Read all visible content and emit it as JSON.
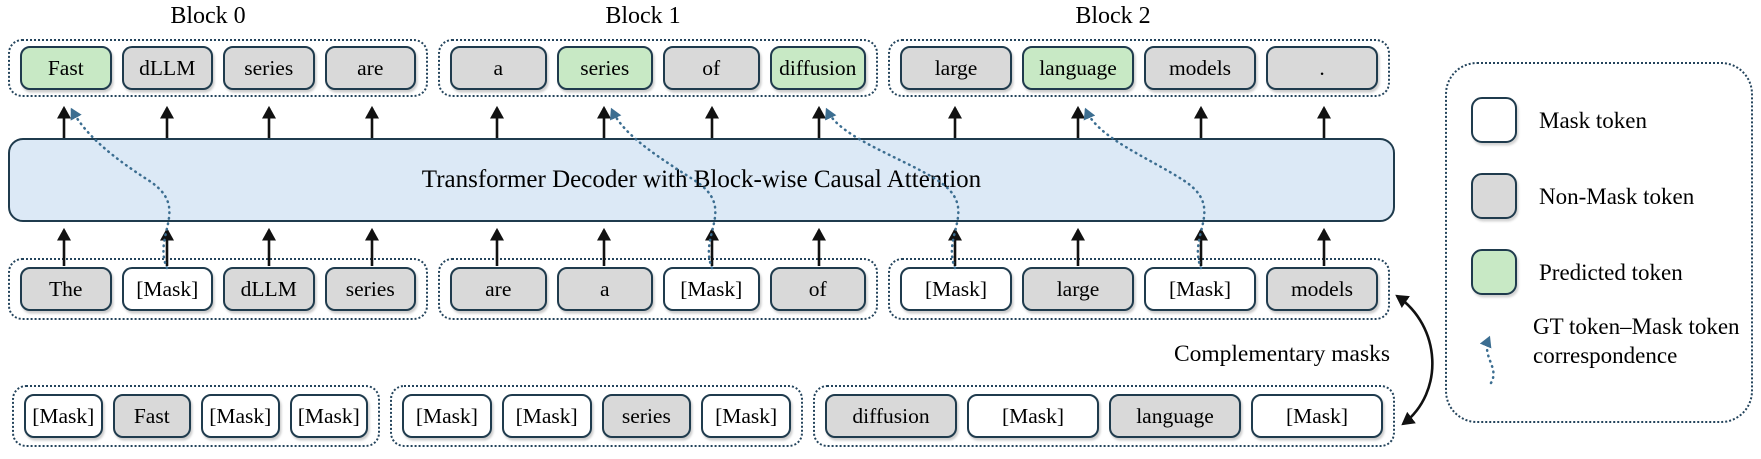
{
  "figure": {
    "block_labels": [
      "Block 0",
      "Block 1",
      "Block 2"
    ],
    "transformer_label": "Transformer Decoder with Block-wise Causal Attention",
    "complementary_masks_label": "Complementary masks",
    "output_row": [
      {
        "block": "Block 0",
        "tokens": [
          {
            "text": "Fast",
            "type": "predicted"
          },
          {
            "text": "dLLM",
            "type": "non-mask"
          },
          {
            "text": "series",
            "type": "non-mask"
          },
          {
            "text": "are",
            "type": "non-mask"
          }
        ]
      },
      {
        "block": "Block 1",
        "tokens": [
          {
            "text": "a",
            "type": "non-mask"
          },
          {
            "text": "series",
            "type": "predicted"
          },
          {
            "text": "of",
            "type": "non-mask"
          },
          {
            "text": "diffusion",
            "type": "predicted"
          }
        ]
      },
      {
        "block": "Block 2",
        "tokens": [
          {
            "text": "large",
            "type": "non-mask"
          },
          {
            "text": "language",
            "type": "predicted"
          },
          {
            "text": "models",
            "type": "non-mask"
          },
          {
            "text": ".",
            "type": "non-mask"
          }
        ]
      }
    ],
    "input_row": [
      {
        "block": "Block 0",
        "tokens": [
          {
            "text": "The",
            "type": "non-mask"
          },
          {
            "text": "[Mask]",
            "type": "mask"
          },
          {
            "text": "dLLM",
            "type": "non-mask"
          },
          {
            "text": "series",
            "type": "non-mask"
          }
        ]
      },
      {
        "block": "Block 1",
        "tokens": [
          {
            "text": "are",
            "type": "non-mask"
          },
          {
            "text": "a",
            "type": "non-mask"
          },
          {
            "text": "[Mask]",
            "type": "mask"
          },
          {
            "text": "of",
            "type": "non-mask"
          }
        ]
      },
      {
        "block": "Block 2",
        "tokens": [
          {
            "text": "[Mask]",
            "type": "mask"
          },
          {
            "text": "large",
            "type": "non-mask"
          },
          {
            "text": "[Mask]",
            "type": "mask"
          },
          {
            "text": "models",
            "type": "non-mask"
          }
        ]
      }
    ],
    "complementary_row": [
      {
        "block": "Block 0",
        "tokens": [
          {
            "text": "[Mask]",
            "type": "mask"
          },
          {
            "text": "Fast",
            "type": "non-mask"
          },
          {
            "text": "[Mask]",
            "type": "mask"
          },
          {
            "text": "[Mask]",
            "type": "mask"
          }
        ]
      },
      {
        "block": "Block 1",
        "tokens": [
          {
            "text": "[Mask]",
            "type": "mask"
          },
          {
            "text": "[Mask]",
            "type": "mask"
          },
          {
            "text": "series",
            "type": "non-mask"
          },
          {
            "text": "[Mask]",
            "type": "mask"
          }
        ]
      },
      {
        "block": "Block 2",
        "tokens": [
          {
            "text": "diffusion",
            "type": "non-mask"
          },
          {
            "text": "[Mask]",
            "type": "mask"
          },
          {
            "text": "language",
            "type": "non-mask"
          },
          {
            "text": "[Mask]",
            "type": "mask"
          }
        ]
      }
    ],
    "gt_arrows": [
      {
        "from": "input block 0 token 2 [Mask]",
        "to": "output block 0 token 1 Fast"
      },
      {
        "from": "input block 1 token 3 [Mask]",
        "to": "output block 1 token 2 series"
      },
      {
        "from": "input block 2 token 1 [Mask]",
        "to": "output block 1 token 4 diffusion"
      },
      {
        "from": "input block 2 token 3 [Mask]",
        "to": "output block 2 token 2 language"
      }
    ],
    "swap_arrow": "double-headed arrow between input row and complementary masks row"
  },
  "legend": {
    "items": [
      {
        "swatch": "mask",
        "label": "Mask token"
      },
      {
        "swatch": "non-mask",
        "label": "Non-Mask token"
      },
      {
        "swatch": "predicted",
        "label": "Predicted token"
      },
      {
        "swatch": "gt-arrow",
        "label": "GT token–Mask token correspondence"
      }
    ]
  },
  "colors": {
    "mask_fill": "#ffffff",
    "non_mask_fill": "#d9d9d9",
    "predicted_fill": "#c8e9c5",
    "transformer_fill": "#dce9f6",
    "outline": "#1f3b4d",
    "container_dots": "#24445c",
    "gt_arrow": "#3c6e91",
    "straight_arrow": "#111111"
  }
}
